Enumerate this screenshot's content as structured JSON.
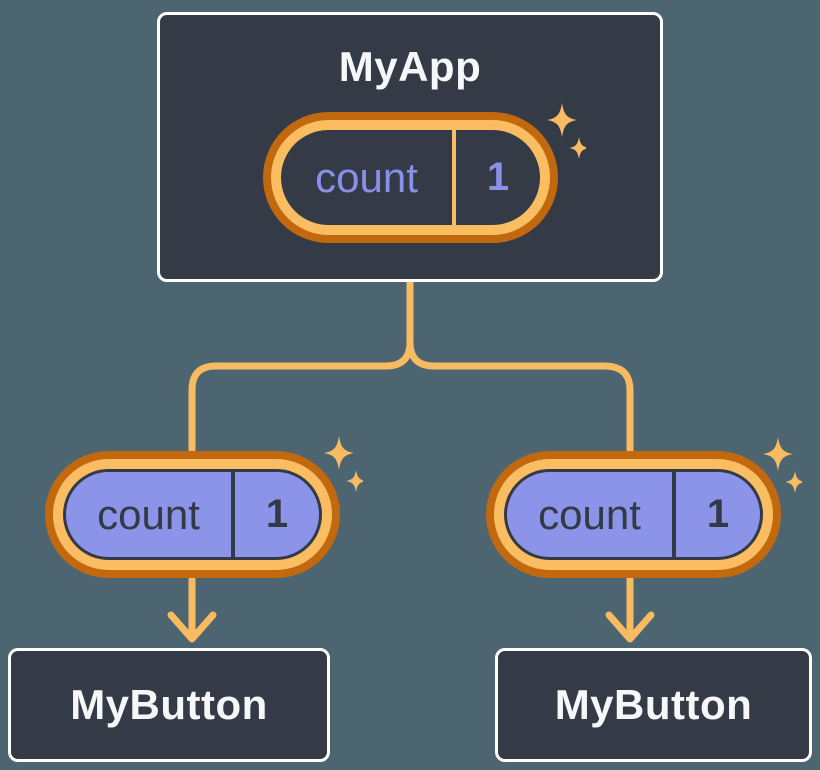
{
  "diagram": {
    "root": {
      "title": "MyApp",
      "state": {
        "label": "count",
        "value": "1"
      }
    },
    "children": [
      {
        "title": "MyButton",
        "prop": {
          "label": "count",
          "value": "1"
        }
      },
      {
        "title": "MyButton",
        "prop": {
          "label": "count",
          "value": "1"
        }
      }
    ]
  },
  "icons": {
    "sparkle": "✦ four-point star"
  },
  "colors": {
    "background": "#4D6570",
    "node_fill": "#343A46",
    "node_border": "#FFFFFF",
    "node_text": "#F6F7F9",
    "ring_outer": "#C2690F",
    "ring_inner": "#FABD62",
    "connector": "#F8BB62",
    "state_text": "#8890E8",
    "prop_fill": "#8B94E8",
    "dark_text": "#333A45"
  }
}
